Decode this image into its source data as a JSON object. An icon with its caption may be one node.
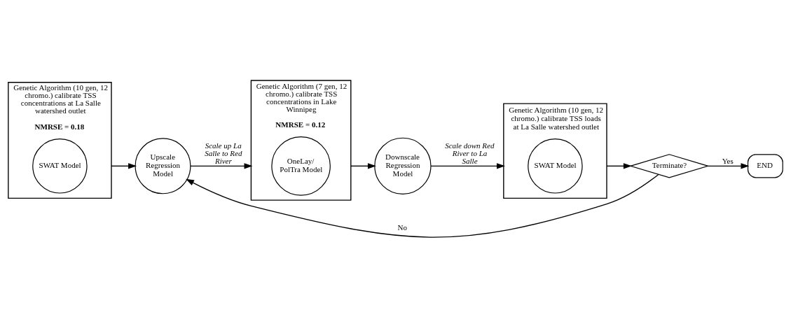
{
  "diagram": {
    "nodes": [
      {
        "text": [
          "Genetic Algorithm (10 gen, 12 chromo.) calibrate TSS concentrations at La Salle watershed outlet",
          "NMRSE = 0.18"
        ]
      },
      {
        "text": [
          "SWAT Model"
        ],
        "in": 0
      },
      {
        "text": [
          "Upscale Regression Model"
        ]
      },
      {
        "text": [
          "Genetic Algorithm (7 gen, 12 chromo.) calibrate TSS concentrations in Lake Winnipeg",
          "NMRSE = 0.12"
        ]
      },
      {
        "text": [
          "OneLay/ PolTra Model"
        ],
        "in": 3
      },
      {
        "text": [
          "Downscale Regression Model"
        ]
      },
      {
        "text": [
          "Genetic Algorithm (10 gen, 12 chromo.) calibrate TSS loads at La Salle watershed outlet"
        ]
      },
      {
        "text": [
          "SWAT Model"
        ],
        "in": 6
      },
      {
        "text": [
          "Terminate?"
        ]
      },
      {
        "text": [
          "END"
        ]
      }
    ],
    "edges": [
      {
        "from": 0,
        "to": 2,
        "arrow": "to"
      },
      {
        "from": 2,
        "to": 3,
        "arrow": "to",
        "label": "Scale up La Salle to Red River"
      },
      {
        "from": 3,
        "to": 5,
        "arrow": "to"
      },
      {
        "from": 5,
        "to": 6,
        "arrow": "to",
        "label": "Scale down Red River to La Salle"
      },
      {
        "from": 6,
        "to": 8,
        "arrow": "to"
      },
      {
        "from": 8,
        "to": 2,
        "arrow": "to",
        "label": "No"
      },
      {
        "from": 8,
        "to": 9,
        "arrow": "to",
        "label": "Yes"
      }
    ]
  }
}
